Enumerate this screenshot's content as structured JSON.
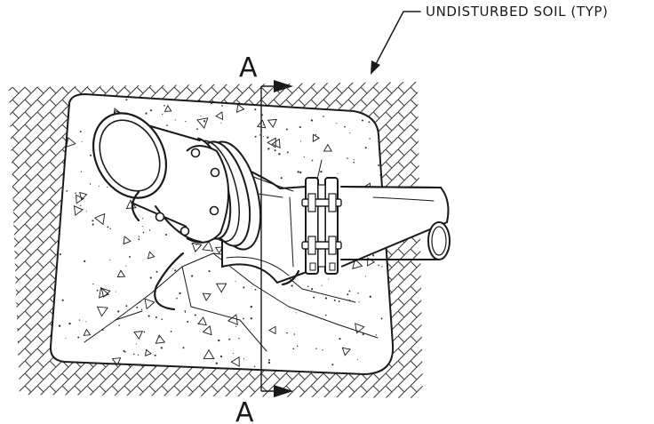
{
  "callout": {
    "text": "UNDISTURBED SOIL (TYP)"
  },
  "section_cut": {
    "top_label": "A",
    "bottom_label": "A"
  }
}
